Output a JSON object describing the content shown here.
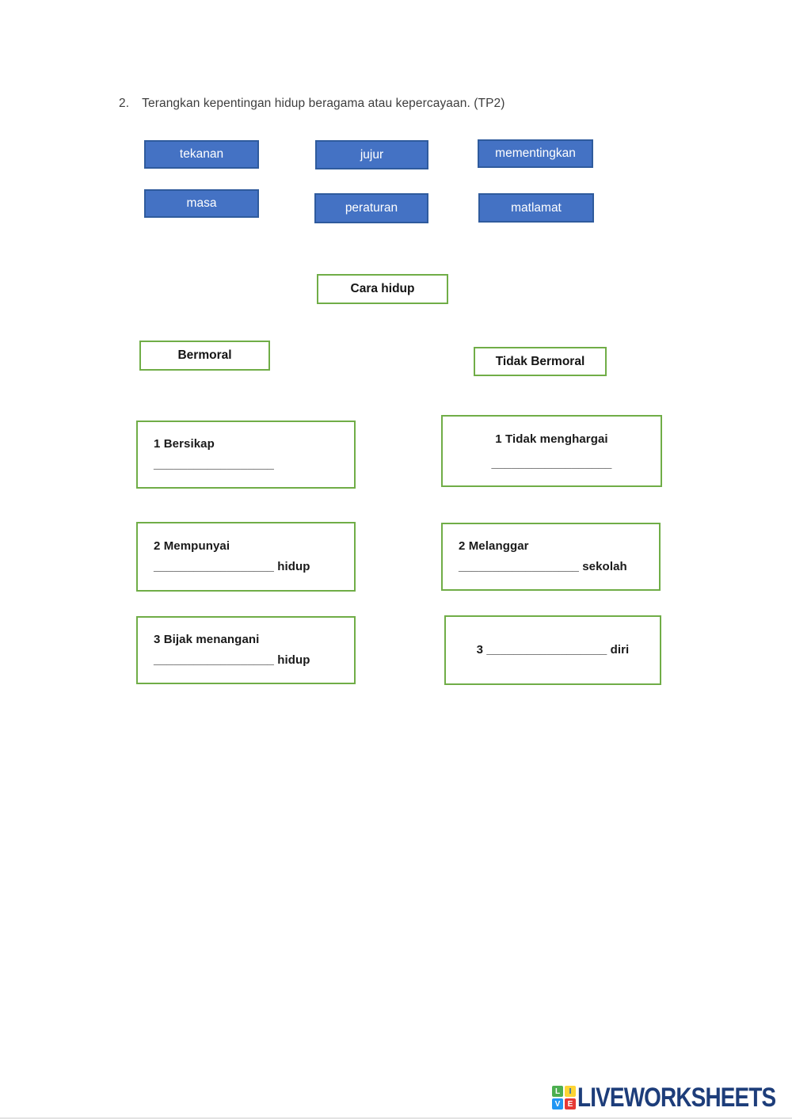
{
  "question": {
    "number": "2.",
    "text": "Terangkan kepentingan hidup beragama atau kepercayaan. (TP2)"
  },
  "tiles": [
    {
      "label": "tekanan"
    },
    {
      "label": "jujur"
    },
    {
      "label": "mementingkan"
    },
    {
      "label": "masa"
    },
    {
      "label": "peraturan"
    },
    {
      "label": "matlamat"
    }
  ],
  "categories": {
    "root_label": "Cara hidup",
    "left_label": "Bermoral",
    "right_label": "Tidak Bermoral"
  },
  "answer_boxes": {
    "bermoral_1": {
      "line1": "1 Bersikap  __________________"
    },
    "bermoral_2": {
      "line1": "2 Mempunyai",
      "line2": "__________________ hidup"
    },
    "bermoral_3": {
      "line1": "3 Bijak menangani",
      "line2": "__________________ hidup"
    },
    "tidak_1": {
      "line1": "1 Tidak menghargai",
      "line2": "__________________"
    },
    "tidak_2": {
      "line1": "2 Melanggar",
      "line2": "__________________ sekolah"
    },
    "tidak_3": {
      "line1": "3  __________________ diri"
    }
  },
  "footer": {
    "logo_text": "LIVEWORKSHEETS",
    "logo_squares": [
      {
        "letter": "L",
        "color": "#4caf50",
        "text_color": "#ffffff"
      },
      {
        "letter": "I",
        "color": "#fdd435",
        "text_color": "#1565c0"
      },
      {
        "letter": "V",
        "color": "#2196f3",
        "text_color": "#ffffff"
      },
      {
        "letter": "E",
        "color": "#e53935",
        "text_color": "#ffffff"
      }
    ]
  },
  "colors": {
    "tile_fill": "#4472c4",
    "tile_border": "#2f5b9d",
    "box_border_green": "#70ad47",
    "logo_navy": "#1d3d7a"
  }
}
